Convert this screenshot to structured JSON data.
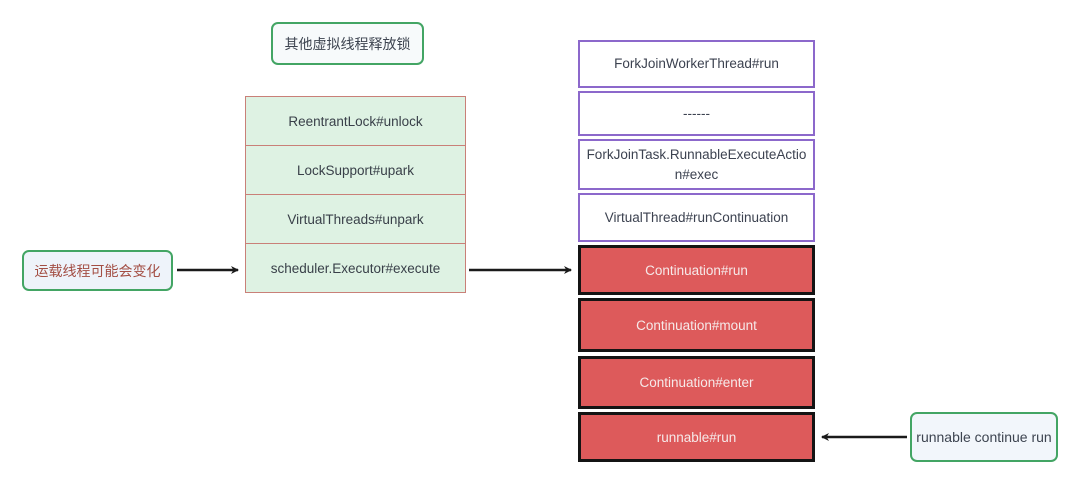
{
  "diagram": {
    "top_label": "其他虚拟线程释放锁",
    "left_label": "运载线程可能会变化",
    "bottom_right_label": "runnable continue  run",
    "unlock_stack": {
      "0": "ReentrantLock#unlock",
      "1": "LockSupport#upark",
      "2": "VirtualThreads#unpark",
      "3": "scheduler.Executor#execute"
    },
    "carrier_thread_stack": {
      "0": "ForkJoinWorkerThread#run",
      "1": "------",
      "2": "ForkJoinTask.RunnableExecuteAction#exec",
      "3": "VirtualThread#runContinuation"
    },
    "continuation_stack": {
      "0": "Continuation#run",
      "1": "Continuation#mount",
      "2": "Continuation#enter",
      "3": "runnable#run"
    },
    "colors": {
      "bubble_border_green": "#43a564",
      "green_stack_fill": "#def2e3",
      "green_stack_border": "#c98078",
      "purple_border": "#8c68cb",
      "red_fill": "#dd5a5b",
      "red_border": "#141414",
      "red_text": "#f6e9e9",
      "left_label_text": "#a34e44",
      "arrow": "#1a1a1a"
    }
  }
}
